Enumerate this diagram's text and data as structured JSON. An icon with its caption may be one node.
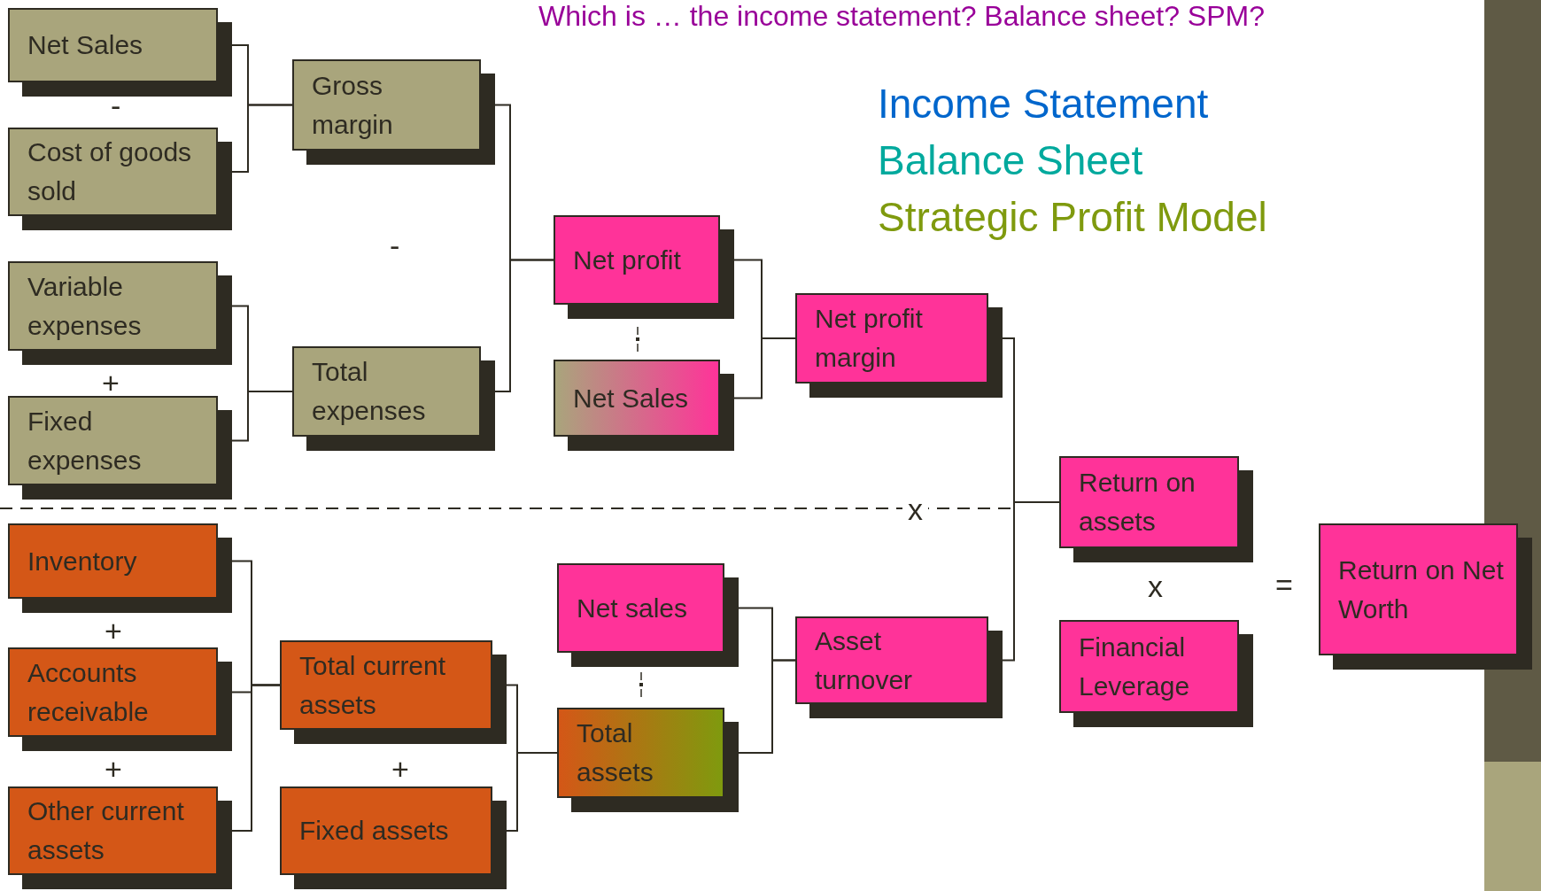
{
  "diagram": {
    "title": "Which is … the income statement? Balance sheet? SPM?",
    "nodes": [
      {
        "text": [
          "Net Sales"
        ]
      },
      {
        "text": [
          "Cost of goods sold"
        ]
      },
      {
        "text": [
          "Gross margin"
        ]
      },
      {
        "text": [
          "Variable expenses"
        ]
      },
      {
        "text": [
          "Fixed expenses"
        ]
      },
      {
        "text": [
          "Total expenses"
        ]
      },
      {
        "text": [
          "Net profit"
        ]
      },
      {
        "text": [
          "Net Sales"
        ]
      },
      {
        "text": [
          "Net profit margin"
        ]
      },
      {
        "text": [
          "Inventory"
        ]
      },
      {
        "text": [
          "Accounts receivable"
        ]
      },
      {
        "text": [
          "Other current assets"
        ]
      },
      {
        "text": [
          "Total current assets"
        ]
      },
      {
        "text": [
          "Fixed assets"
        ]
      },
      {
        "text": [
          "Net sales"
        ]
      },
      {
        "text": [
          "Total assets"
        ]
      },
      {
        "text": [
          "Asset turnover"
        ]
      },
      {
        "text": [
          "Return on assets"
        ]
      },
      {
        "text": [
          "Financial Leverage"
        ]
      },
      {
        "text": [
          "Return on Net Worth"
        ]
      }
    ],
    "edges": [
      {
        "from": 0,
        "to": 2,
        "arrow": "none"
      },
      {
        "from": 1,
        "to": 2,
        "arrow": "none"
      },
      {
        "from": 3,
        "to": 5,
        "arrow": "none"
      },
      {
        "from": 4,
        "to": 5,
        "arrow": "none"
      },
      {
        "from": 2,
        "to": 6,
        "arrow": "none"
      },
      {
        "from": 5,
        "to": 6,
        "arrow": "none"
      },
      {
        "from": 6,
        "to": 8,
        "arrow": "none"
      },
      {
        "from": 7,
        "to": 8,
        "arrow": "none"
      },
      {
        "from": 9,
        "to": 12,
        "arrow": "none"
      },
      {
        "from": 10,
        "to": 12,
        "arrow": "none"
      },
      {
        "from": 11,
        "to": 12,
        "arrow": "none"
      },
      {
        "from": 12,
        "to": 15,
        "arrow": "none"
      },
      {
        "from": 13,
        "to": 15,
        "arrow": "none"
      },
      {
        "from": 14,
        "to": 16,
        "arrow": "none"
      },
      {
        "from": 15,
        "to": 16,
        "arrow": "none"
      },
      {
        "from": 8,
        "to": 17,
        "arrow": "none"
      },
      {
        "from": 16,
        "to": 17,
        "arrow": "none"
      }
    ],
    "labels": [
      "-",
      "Income Statement",
      "Balance Sheet",
      "Strategic Profit Model",
      "-",
      "+",
      "x",
      "x",
      "=",
      "+",
      "+",
      "+"
    ]
  }
}
